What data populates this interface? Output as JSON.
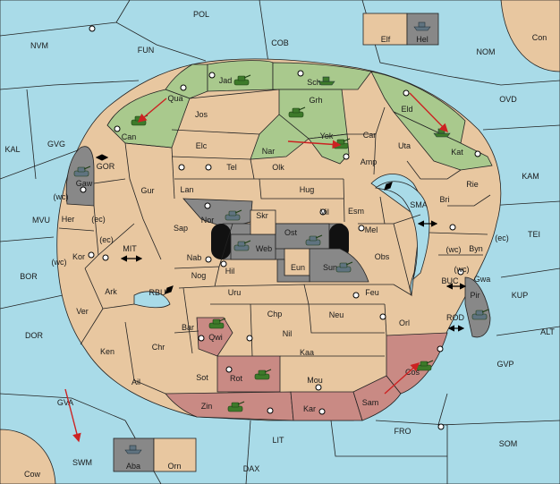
{
  "colors": {
    "sea": "#a9dbe8",
    "land": "#e8c7a0",
    "player_green": "#a9c98d",
    "player_grey": "#888888",
    "player_red": "#c98a84",
    "move_arrow": "#cc2222"
  },
  "regions": [
    {
      "id": "pol",
      "label": "POL",
      "kind": "sea"
    },
    {
      "id": "nvm",
      "label": "NVM",
      "kind": "sea"
    },
    {
      "id": "fun",
      "label": "FUN",
      "kind": "sea"
    },
    {
      "id": "cob",
      "label": "COB",
      "kind": "sea"
    },
    {
      "id": "nom",
      "label": "NOM",
      "kind": "sea"
    },
    {
      "id": "con",
      "label": "Con",
      "kind": "land"
    },
    {
      "id": "elf",
      "label": "Elf",
      "kind": "land"
    },
    {
      "id": "hel",
      "label": "Hel",
      "kind": "grey"
    },
    {
      "id": "ovd",
      "label": "OVD",
      "kind": "sea"
    },
    {
      "id": "kal",
      "label": "KAL",
      "kind": "sea"
    },
    {
      "id": "gvg",
      "label": "GVG",
      "kind": "sea"
    },
    {
      "id": "gor",
      "label": "GOR",
      "kind": "sea"
    },
    {
      "id": "kam",
      "label": "KAM",
      "kind": "sea"
    },
    {
      "id": "mvu",
      "label": "MVU",
      "kind": "sea"
    },
    {
      "id": "sma",
      "label": "SMA",
      "kind": "sea"
    },
    {
      "id": "tei",
      "label": "TEI",
      "kind": "sea"
    },
    {
      "id": "mit",
      "label": "MIT",
      "kind": "sea"
    },
    {
      "id": "bor",
      "label": "BOR",
      "kind": "sea"
    },
    {
      "id": "rbu",
      "label": "RBU",
      "kind": "sea"
    },
    {
      "id": "buc",
      "label": "BUC",
      "kind": "sea"
    },
    {
      "id": "kup",
      "label": "KUP",
      "kind": "sea"
    },
    {
      "id": "dor",
      "label": "DOR",
      "kind": "sea"
    },
    {
      "id": "rod",
      "label": "ROD",
      "kind": "sea"
    },
    {
      "id": "alt",
      "label": "ALT",
      "kind": "sea"
    },
    {
      "id": "gvp",
      "label": "GVP",
      "kind": "sea"
    },
    {
      "id": "gva",
      "label": "GVA",
      "kind": "sea"
    },
    {
      "id": "fro",
      "label": "FRO",
      "kind": "sea"
    },
    {
      "id": "lit",
      "label": "LIT",
      "kind": "sea"
    },
    {
      "id": "som",
      "label": "SOM",
      "kind": "sea"
    },
    {
      "id": "swm",
      "label": "SWM",
      "kind": "sea"
    },
    {
      "id": "dax",
      "label": "DAX",
      "kind": "sea"
    },
    {
      "id": "cow",
      "label": "Cow",
      "kind": "land"
    },
    {
      "id": "aba",
      "label": "Aba",
      "kind": "grey"
    },
    {
      "id": "orn",
      "label": "Orn",
      "kind": "land"
    },
    {
      "id": "jad",
      "label": "Jad",
      "kind": "green"
    },
    {
      "id": "sch",
      "label": "Sch",
      "kind": "green"
    },
    {
      "id": "qua",
      "label": "Qua",
      "kind": "green"
    },
    {
      "id": "grh",
      "label": "Grh",
      "kind": "green"
    },
    {
      "id": "eld",
      "label": "Eld",
      "kind": "green"
    },
    {
      "id": "can",
      "label": "Can",
      "kind": "green"
    },
    {
      "id": "jos",
      "label": "Jos",
      "kind": "land"
    },
    {
      "id": "car",
      "label": "Car",
      "kind": "land"
    },
    {
      "id": "yok",
      "label": "Yok",
      "kind": "green"
    },
    {
      "id": "nar",
      "label": "Nar",
      "kind": "green"
    },
    {
      "id": "uta",
      "label": "Uta",
      "kind": "land"
    },
    {
      "id": "kat",
      "label": "Kat",
      "kind": "green"
    },
    {
      "id": "elc",
      "label": "Elc",
      "kind": "land"
    },
    {
      "id": "amp",
      "label": "Amp",
      "kind": "land"
    },
    {
      "id": "tel",
      "label": "Tel",
      "kind": "land"
    },
    {
      "id": "olk",
      "label": "Olk",
      "kind": "land"
    },
    {
      "id": "gaw",
      "label": "Gaw",
      "kind": "grey"
    },
    {
      "id": "gur",
      "label": "Gur",
      "kind": "land"
    },
    {
      "id": "hug",
      "label": "Hug",
      "kind": "land"
    },
    {
      "id": "rie",
      "label": "Rie",
      "kind": "land"
    },
    {
      "id": "lan",
      "label": "Lan",
      "kind": "land"
    },
    {
      "id": "bri",
      "label": "Bri",
      "kind": "land"
    },
    {
      "id": "vil",
      "label": "Vil",
      "kind": "land"
    },
    {
      "id": "esm",
      "label": "Esm",
      "kind": "land"
    },
    {
      "id": "her",
      "label": "Her",
      "kind": "land"
    },
    {
      "id": "nor",
      "label": "Nor",
      "kind": "grey"
    },
    {
      "id": "skr",
      "label": "Skr",
      "kind": "land"
    },
    {
      "id": "mel",
      "label": "Mel",
      "kind": "land"
    },
    {
      "id": "ost",
      "label": "Ost",
      "kind": "grey"
    },
    {
      "id": "sap",
      "label": "Sap",
      "kind": "land"
    },
    {
      "id": "web",
      "label": "Web",
      "kind": "grey"
    },
    {
      "id": "byn",
      "label": "Byn",
      "kind": "land"
    },
    {
      "id": "kor",
      "label": "Kor",
      "kind": "land"
    },
    {
      "id": "nab",
      "label": "Nab",
      "kind": "land"
    },
    {
      "id": "obs",
      "label": "Obs",
      "kind": "land"
    },
    {
      "id": "eun",
      "label": "Eun",
      "kind": "land"
    },
    {
      "id": "sun",
      "label": "Sun",
      "kind": "grey"
    },
    {
      "id": "gwa",
      "label": "Gwa",
      "kind": "land"
    },
    {
      "id": "hil",
      "label": "Hil",
      "kind": "land"
    },
    {
      "id": "nog",
      "label": "Nog",
      "kind": "land"
    },
    {
      "id": "pir",
      "label": "Pir",
      "kind": "grey"
    },
    {
      "id": "ark",
      "label": "Ark",
      "kind": "land"
    },
    {
      "id": "uru",
      "label": "Uru",
      "kind": "land"
    },
    {
      "id": "feu",
      "label": "Feu",
      "kind": "land"
    },
    {
      "id": "ver",
      "label": "Ver",
      "kind": "land"
    },
    {
      "id": "chp",
      "label": "Chp",
      "kind": "land"
    },
    {
      "id": "neu",
      "label": "Neu",
      "kind": "land"
    },
    {
      "id": "orl",
      "label": "Orl",
      "kind": "land"
    },
    {
      "id": "bar",
      "label": "Bar",
      "kind": "land"
    },
    {
      "id": "nil",
      "label": "Nil",
      "kind": "land"
    },
    {
      "id": "qwi",
      "label": "Qwi",
      "kind": "red"
    },
    {
      "id": "chr",
      "label": "Chr",
      "kind": "land"
    },
    {
      "id": "ken",
      "label": "Ken",
      "kind": "land"
    },
    {
      "id": "kaa",
      "label": "Kaa",
      "kind": "land"
    },
    {
      "id": "rot",
      "label": "Rot",
      "kind": "red"
    },
    {
      "id": "ail",
      "label": "Ail",
      "kind": "land"
    },
    {
      "id": "sot",
      "label": "Sot",
      "kind": "land"
    },
    {
      "id": "mou",
      "label": "Mou",
      "kind": "land"
    },
    {
      "id": "cos",
      "label": "Cos",
      "kind": "red"
    },
    {
      "id": "zin",
      "label": "Zin",
      "kind": "red"
    },
    {
      "id": "kar",
      "label": "Kar",
      "kind": "red"
    },
    {
      "id": "sam",
      "label": "Sam",
      "kind": "red"
    }
  ],
  "coast_markers": [
    {
      "id": "wc1",
      "label": "(wc)"
    },
    {
      "id": "ec1",
      "label": "(ec)"
    },
    {
      "id": "ec2",
      "label": "(ec)"
    },
    {
      "id": "wc2",
      "label": "(wc)"
    },
    {
      "id": "wc3",
      "label": "(wc)"
    },
    {
      "id": "ec3",
      "label": "(ec)"
    },
    {
      "id": "wc4",
      "label": "(wc)"
    }
  ],
  "units": [
    {
      "region": "jad",
      "type": "army",
      "owner": "green"
    },
    {
      "region": "sch",
      "type": "fleet",
      "owner": "green"
    },
    {
      "region": "grh",
      "type": "army",
      "owner": "green"
    },
    {
      "region": "can",
      "type": "army",
      "owner": "green"
    },
    {
      "region": "yok",
      "type": "army",
      "owner": "green"
    },
    {
      "region": "kat",
      "type": "fleet",
      "owner": "green"
    },
    {
      "region": "hel",
      "type": "fleet",
      "owner": "grey"
    },
    {
      "region": "gaw",
      "type": "army",
      "owner": "grey"
    },
    {
      "region": "nor",
      "type": "army",
      "owner": "grey"
    },
    {
      "region": "web",
      "type": "army",
      "owner": "grey"
    },
    {
      "region": "ost",
      "type": "army",
      "owner": "grey"
    },
    {
      "region": "sun",
      "type": "army",
      "owner": "grey"
    },
    {
      "region": "pir",
      "type": "army",
      "owner": "grey"
    },
    {
      "region": "aba",
      "type": "fleet",
      "owner": "grey"
    },
    {
      "region": "qwi",
      "type": "army",
      "owner": "red"
    },
    {
      "region": "rot",
      "type": "army",
      "owner": "red"
    },
    {
      "region": "zin",
      "type": "army",
      "owner": "red"
    },
    {
      "region": "cos",
      "type": "army",
      "owner": "red"
    }
  ],
  "move_arrows": [
    {
      "from": "qua",
      "to": "can"
    },
    {
      "from": "nar",
      "to": "yok"
    },
    {
      "from": "eld",
      "to": "kat"
    },
    {
      "from": "sam",
      "to": "cos"
    },
    {
      "from": "gva",
      "to": "swm"
    }
  ],
  "canals": [
    {
      "id": "gor-canal"
    },
    {
      "id": "mit-canal"
    },
    {
      "id": "rbu-canal"
    },
    {
      "id": "sma-canal-1"
    },
    {
      "id": "sma-canal-2"
    },
    {
      "id": "buc-canal"
    },
    {
      "id": "rod-canal"
    }
  ]
}
